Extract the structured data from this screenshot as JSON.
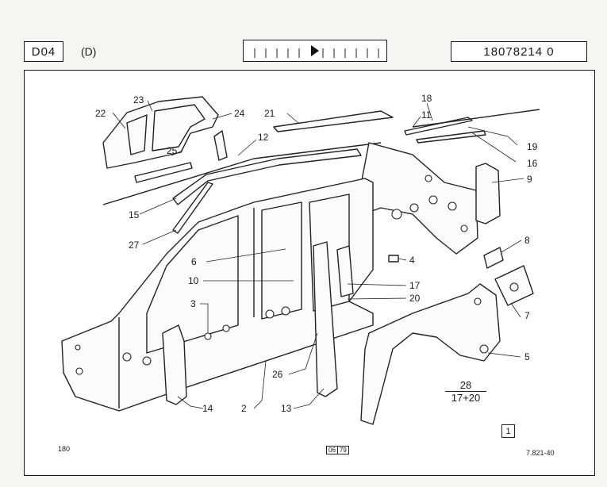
{
  "header": {
    "left_code": "D04",
    "variant": "(D)",
    "right_code": "18078214 0"
  },
  "footer": {
    "page_number": "180",
    "date_month": "06",
    "date_year": "79",
    "reference": "7.821-40",
    "sheet": "1"
  },
  "fraction": {
    "numerator": "28",
    "denominator": "17+20"
  },
  "callouts": {
    "c2": "2",
    "c3": "3",
    "c4": "4",
    "c5": "5",
    "c6": "6",
    "c7": "7",
    "c8": "8",
    "c9": "9",
    "c10": "10",
    "c11": "11",
    "c12": "12",
    "c13": "13",
    "c14": "14",
    "c15": "15",
    "c16": "16",
    "c17": "17",
    "c18": "18",
    "c19": "19",
    "c20": "20",
    "c21": "21",
    "c22": "22",
    "c23": "23",
    "c24": "24",
    "c25": "25",
    "c26": "26",
    "c27": "27"
  }
}
